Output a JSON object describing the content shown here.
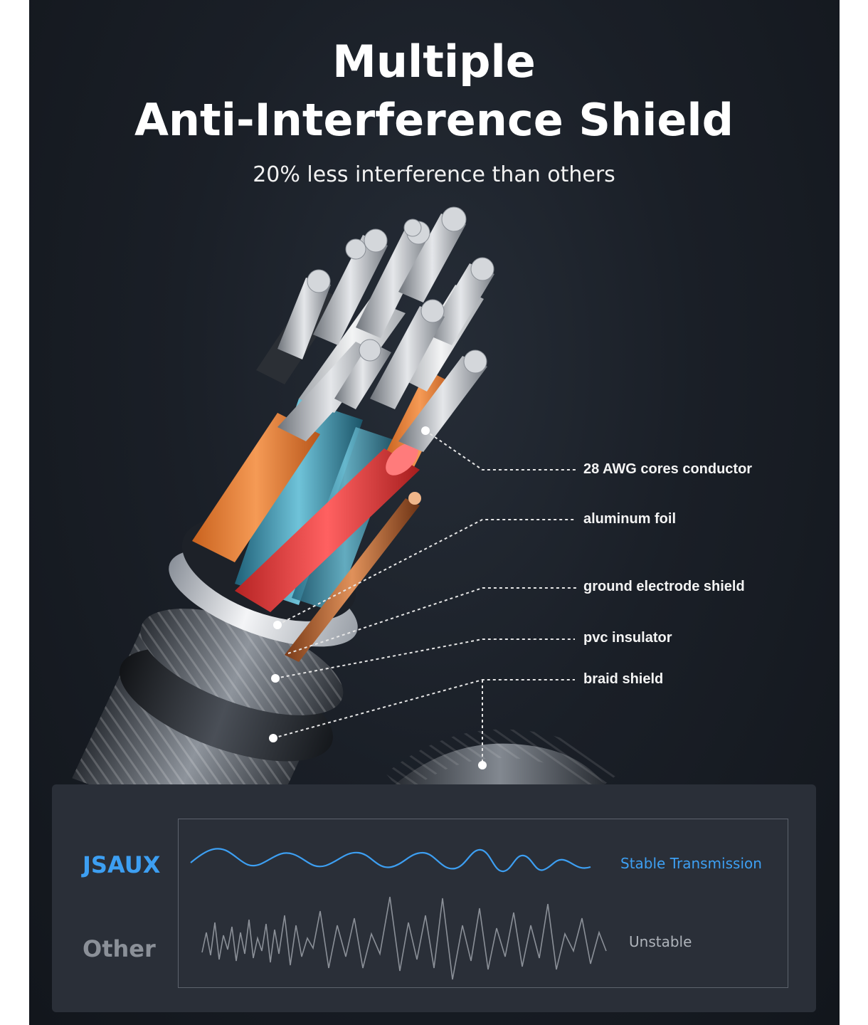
{
  "header": {
    "title_line1": "Multiple",
    "title_line2": "Anti-Interference Shield",
    "subtitle": "20% less interference than others"
  },
  "layers": [
    {
      "label": "28 AWG cores conductor"
    },
    {
      "label": "aluminum  foil"
    },
    {
      "label": "ground electrode shield"
    },
    {
      "label": "pvc insulator"
    },
    {
      "label": "braid shield"
    }
  ],
  "comparison": {
    "jsaux": {
      "brand": "JSAUX",
      "result": "Stable Transmission"
    },
    "other": {
      "brand": "Other",
      "result": "Unstable"
    }
  },
  "colors": {
    "background": "#1a1f27",
    "accent_blue": "#3d9ff2",
    "muted_gray": "#8b9098",
    "wire_orange": "#e8833a",
    "wire_red": "#e03a3a",
    "wire_teal": "#3a8fa6",
    "wire_white": "#d8dbdf",
    "copper": "#b8693a"
  }
}
